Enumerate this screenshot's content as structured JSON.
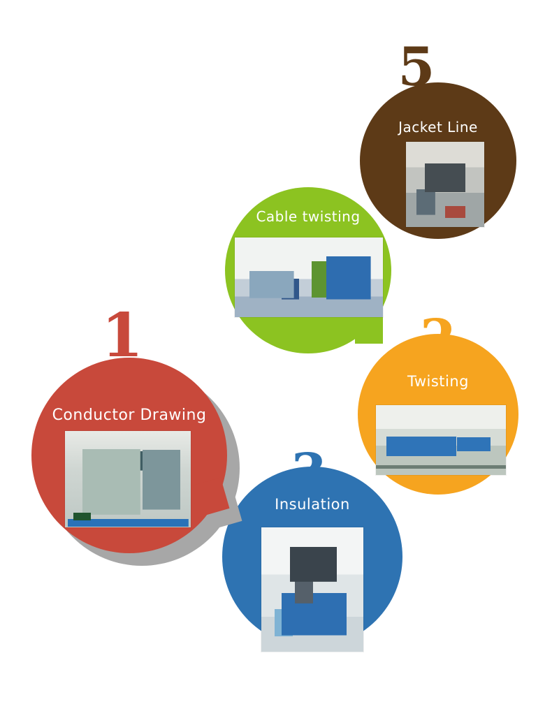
{
  "figure": {
    "type": "process-diagram",
    "background": "#ffffff"
  },
  "steps": [
    {
      "id": "conductor-drawing",
      "number": "1",
      "label": "Conductor Drawing",
      "color": "#c8493b",
      "shadow_color": "#a7a7a7"
    },
    {
      "id": "twisting",
      "number": "2",
      "label": "Twisting",
      "color": "#f6a41f"
    },
    {
      "id": "insulation",
      "number": "3",
      "label": "Insulation",
      "color": "#2e73b2"
    },
    {
      "id": "cable-twisting",
      "number": "",
      "label": "Cable twisting",
      "color": "#8cc321"
    },
    {
      "id": "jacket-line",
      "number": "5",
      "label": "Jacket Line",
      "color": "#5d3a17"
    }
  ]
}
